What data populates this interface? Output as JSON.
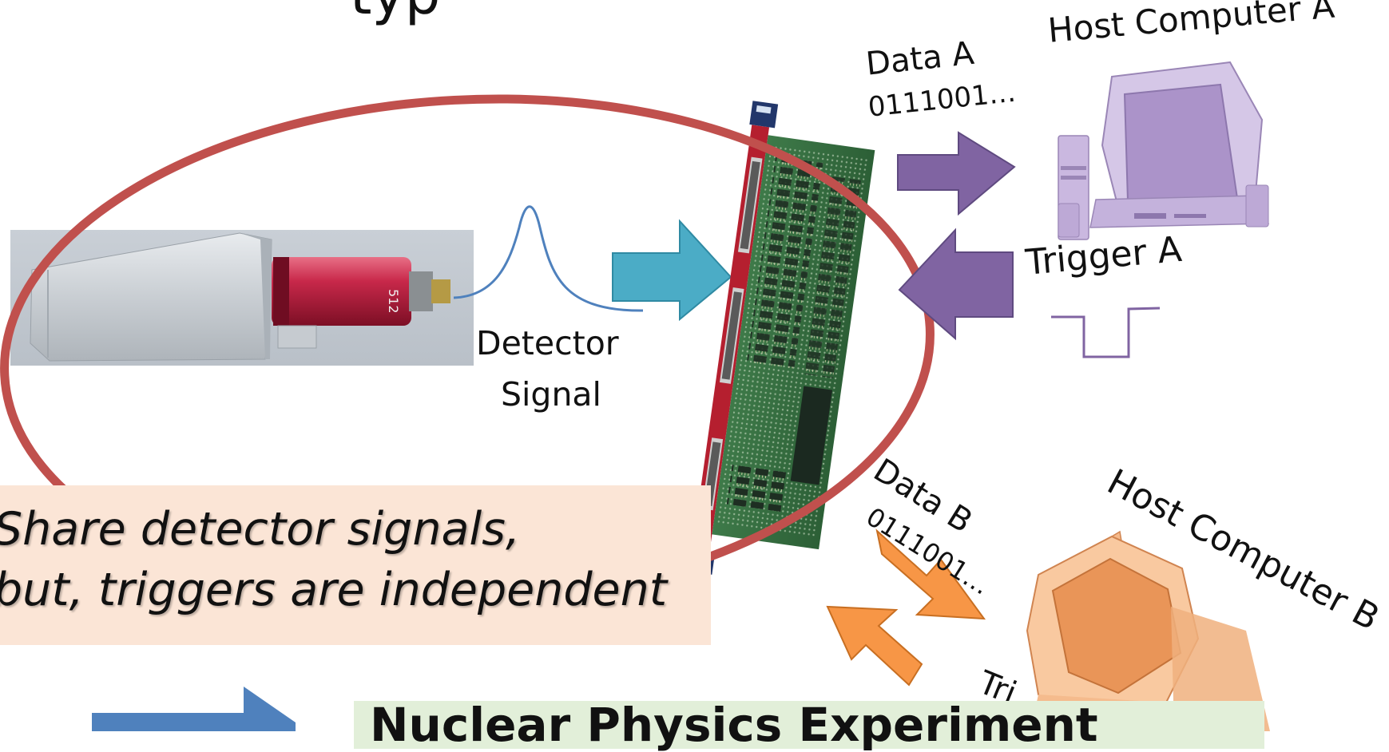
{
  "title_partial": "typ",
  "detector": {
    "signal_label_line1": "Detector",
    "signal_label_line2": "Signal",
    "pmt_label": "512"
  },
  "host_a": {
    "label": "Host Computer A",
    "data_label": "Data A",
    "data_bits": "0111001…",
    "trigger_label": "Trigger A",
    "color": "#8064a2"
  },
  "host_b": {
    "label": "Host Computer B",
    "data_label": "Data B",
    "data_bits": "0111001…",
    "trigger_label_partial": "Tri",
    "color": "#f79646"
  },
  "callout": {
    "line1": "Share detector signals,",
    "line2": "but, triggers are independent",
    "background": "#fbe5d6"
  },
  "result": {
    "text_partial": "Nuclear Physics Experiment",
    "background": "#e2efd9",
    "arrow_color": "#4f81bd"
  },
  "colors": {
    "ellipse": "#c0504d",
    "input_arrow": "#4bacc6",
    "signal_pulse": "#4f81bd"
  }
}
